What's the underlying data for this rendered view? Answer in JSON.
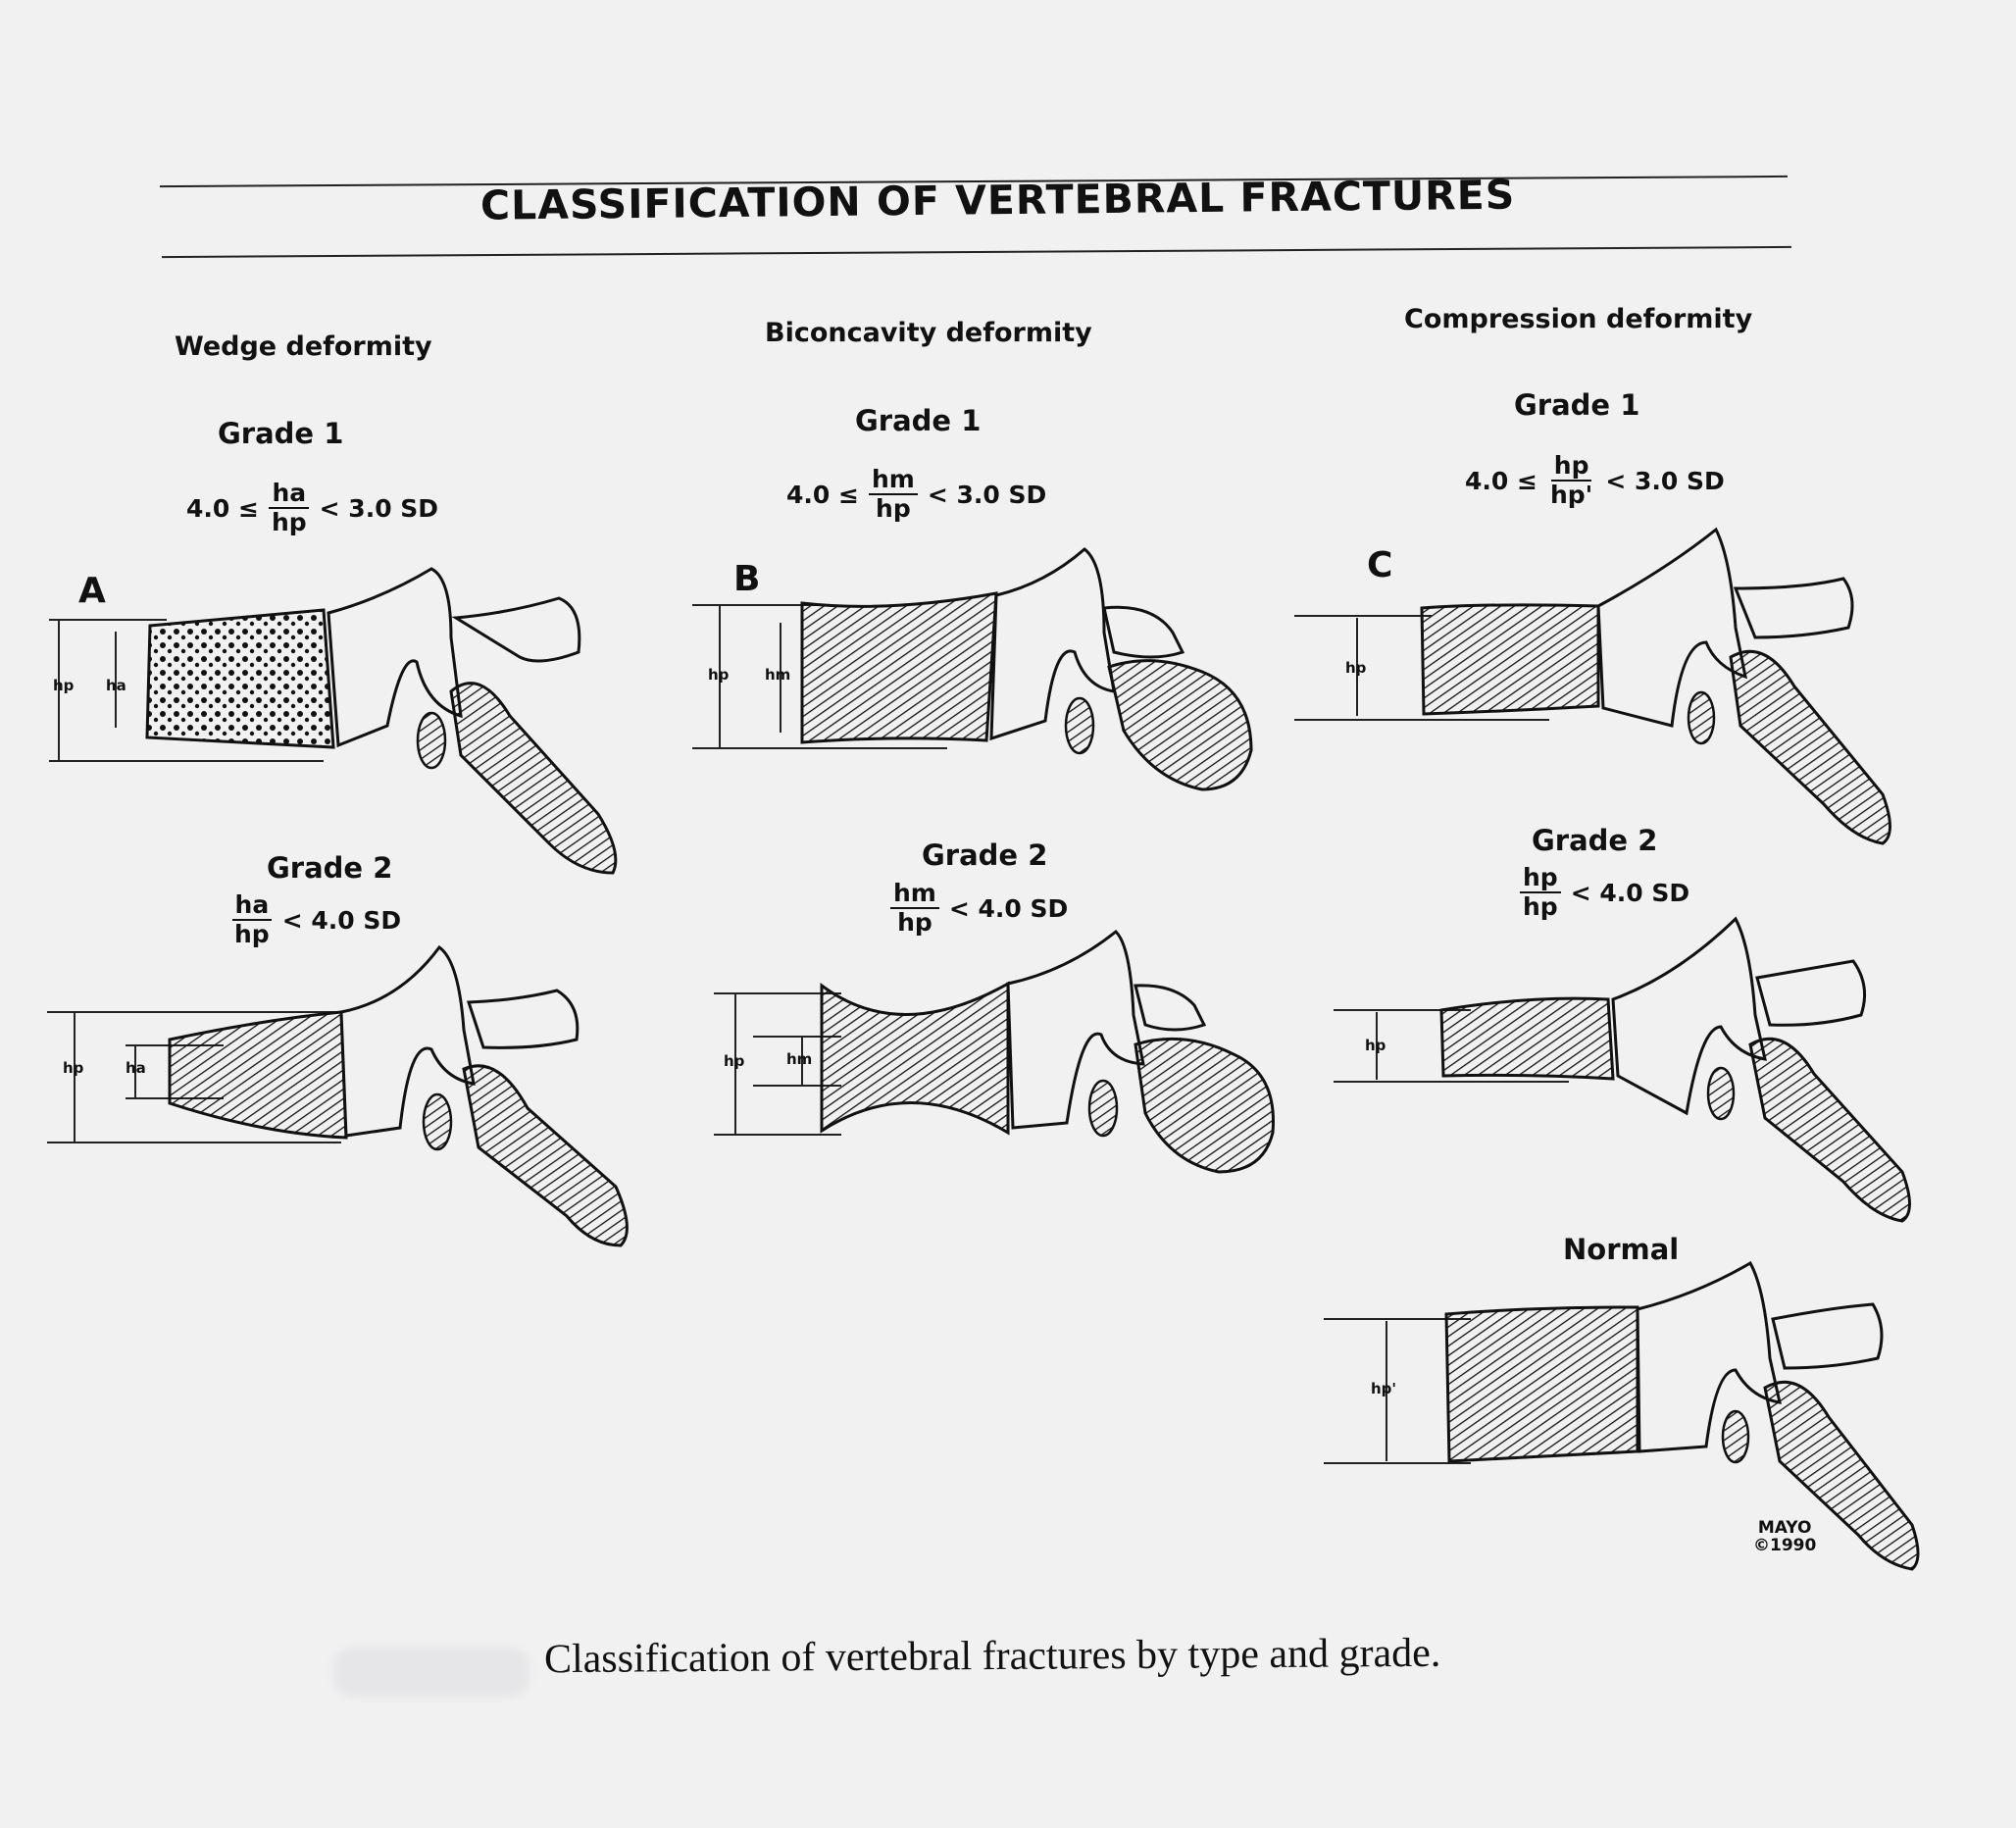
{
  "title": "CLASSIFICATION OF VERTEBRAL FRACTURES",
  "columns": [
    {
      "heading": "Wedge deformity",
      "panel_letter": "A",
      "grade1": {
        "label": "Grade 1",
        "prefix": "4.0 ≤",
        "num": "ha",
        "den": "hp",
        "suffix": "< 3.0 SD"
      },
      "grade2": {
        "label": "Grade 2",
        "prefix": "",
        "num": "ha",
        "den": "hp",
        "suffix": "< 4.0 SD"
      },
      "dims": [
        "hp",
        "ha"
      ]
    },
    {
      "heading": "Biconcavity deformity",
      "panel_letter": "B",
      "grade1": {
        "label": "Grade 1",
        "prefix": "4.0 ≤",
        "num": "hm",
        "den": "hp",
        "suffix": "< 3.0 SD"
      },
      "grade2": {
        "label": "Grade 2",
        "prefix": "",
        "num": "hm",
        "den": "hp",
        "suffix": "< 4.0 SD"
      },
      "dims": [
        "hp",
        "hm"
      ]
    },
    {
      "heading": "Compression deformity",
      "panel_letter": "C",
      "grade1": {
        "label": "Grade 1",
        "prefix": "4.0 ≤",
        "num": "hp",
        "den": "hp'",
        "suffix": "< 3.0 SD"
      },
      "grade2": {
        "label": "Grade 2",
        "prefix": "",
        "num": "hp",
        "den": "hp",
        "suffix": "< 4.0 SD"
      },
      "dims": [
        "hp"
      ]
    }
  ],
  "normal": {
    "label": "Normal",
    "dim": "hp'"
  },
  "credit": {
    "line1": "MAYO",
    "line2": "©1990"
  },
  "caption": "Classification of vertebral fractures by type and grade."
}
